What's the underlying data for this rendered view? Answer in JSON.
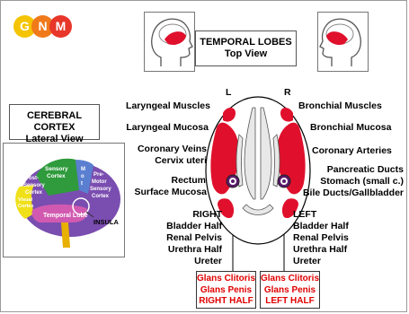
{
  "logo": {
    "letters": [
      "G",
      "N",
      "M"
    ],
    "colors": [
      "#f5c400",
      "#f07a1a",
      "#e8362a"
    ]
  },
  "header": {
    "line1": "TEMPORAL LOBES",
    "line2": "Top View"
  },
  "cortex_box": {
    "line1": "CEREBRAL CORTEX",
    "line2": "Lateral View"
  },
  "cortex_labels": {
    "sensory": "Sensory\nCortex",
    "motor": "Motor\nCortex",
    "post_sensory": "Post-\nSensory\nCortex",
    "pre_motor": "Pre-\nMotor\nSensory\nCortex",
    "visual": "Visual\nCortex",
    "temporal": "Temporal Lobe",
    "insula": "INSULA"
  },
  "sides": {
    "left": "L",
    "right": "R"
  },
  "left_labels": {
    "laryngeal_muscles": "Laryngeal Muscles",
    "laryngeal_mucosa": "Laryngeal Mucosa",
    "coronary_veins": "Coronary Veins",
    "cervix": "Cervix uteri",
    "rectum": "Rectum",
    "surface_mucosa": "Surface Mucosa"
  },
  "right_labels": {
    "bronchial_muscles": "Bronchial Muscles",
    "bronchial_mucosa": "Bronchial Mucosa",
    "coronary_arteries": "Coronary Arteries",
    "pancreatic": "Pancreatic Ducts",
    "stomach": "Stomach (small c.)",
    "bile": "Bile Ducts/Gallbladder"
  },
  "right_side_block": [
    "RIGHT",
    "Bladder Half",
    "Renal Pelvis",
    "Urethra Half",
    "Ureter"
  ],
  "left_side_block": [
    "LEFT",
    "Bladder Half",
    "Renal Pelvis",
    "Urethra Half",
    "Ureter"
  ],
  "glans_right": [
    "Glans Clitoris",
    "Glans Penis",
    "RIGHT HALF"
  ],
  "glans_left": [
    "Glans Clitoris",
    "Glans Penis",
    "LEFT HALF"
  ],
  "colors": {
    "relay_red": "#e0102c",
    "label_red": "#e10000"
  }
}
